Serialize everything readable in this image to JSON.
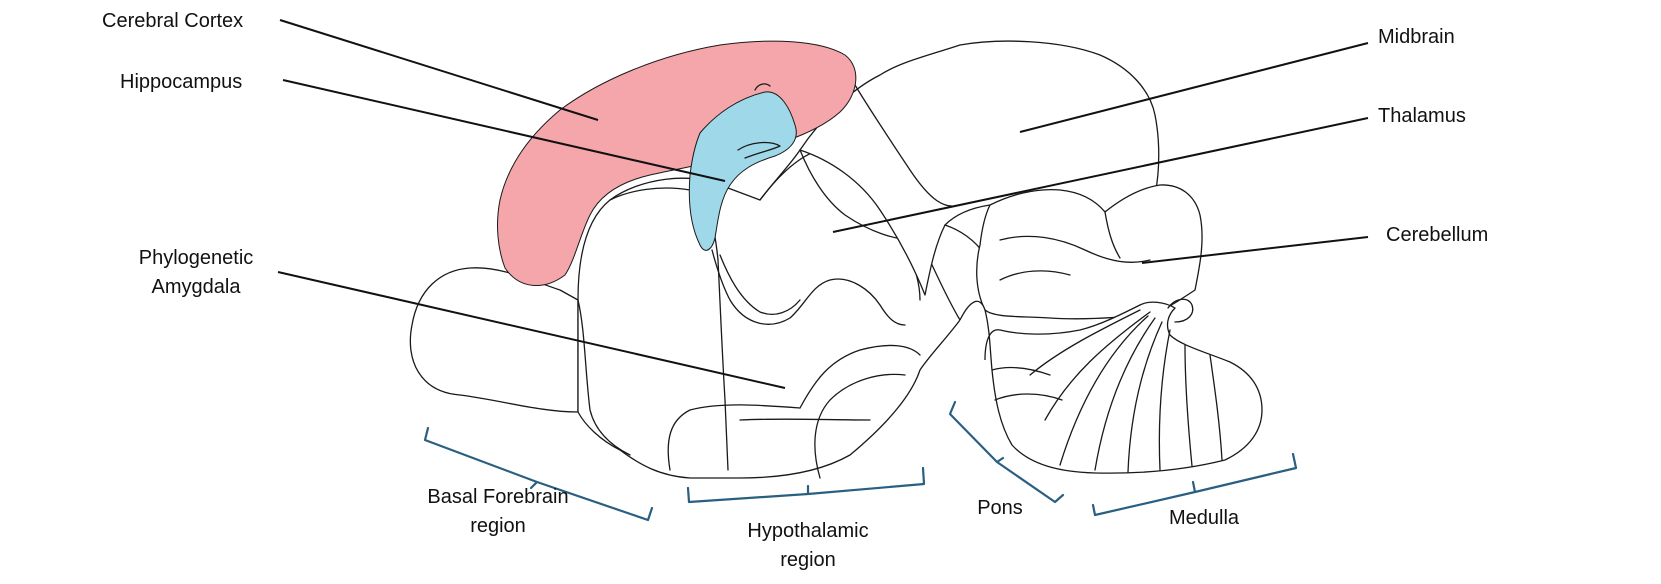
{
  "colors": {
    "cortex": "#f4a6ab",
    "hippocampus": "#9fd8e8",
    "outline": "#1a1a1a",
    "bracket": "#2a5f82"
  },
  "labels": {
    "cerebral_cortex": "Cerebral Cortex",
    "hippocampus": "Hippocampus",
    "amygdala_line1": "Phylogenetic",
    "amygdala_line2": "Amygdala",
    "midbrain": "Midbrain",
    "thalamus": "Thalamus",
    "cerebellum": "Cerebellum"
  },
  "regions": {
    "basal_forebrain_line1": "Basal Forebrain",
    "basal_forebrain_line2": "region",
    "hypothalamic_line1": "Hypothalamic",
    "hypothalamic_line2": "region",
    "pons": "Pons",
    "medulla": "Medulla"
  }
}
